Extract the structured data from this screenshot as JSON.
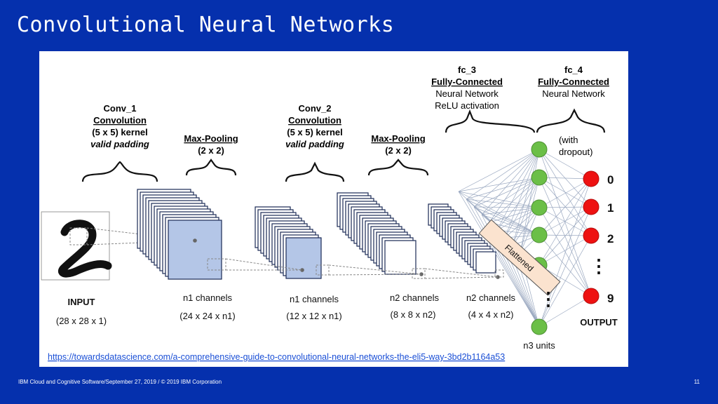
{
  "slide": {
    "title": "Convolutional Neural Networks",
    "footer": "IBM Cloud and Cognitive Software/September 27, 2019 / © 2019 IBM Corporation",
    "page_number": "11"
  },
  "diagram": {
    "stages": {
      "conv1": [
        "Conv_1",
        "Convolution",
        "(5 x 5) kernel",
        "valid padding"
      ],
      "pool1": [
        "Max-Pooling",
        "(2 x 2)"
      ],
      "conv2": [
        "Conv_2",
        "Convolution",
        "(5 x 5) kernel",
        "valid padding"
      ],
      "pool2": [
        "Max-Pooling",
        "(2 x 2)"
      ],
      "fc3": [
        "fc_3",
        "Fully-Connected",
        "Neural Network",
        "ReLU activation"
      ],
      "fc4": [
        "fc_4",
        "Fully-Connected",
        "Neural Network"
      ]
    },
    "dropout": [
      "(with",
      "dropout)"
    ],
    "flattened": "Flattened",
    "input": {
      "title": "INPUT",
      "dims": "(28 x 28 x 1)",
      "digit": "2"
    },
    "layers": [
      {
        "channels": "n1 channels",
        "dims": "(24 x 24 x n1)"
      },
      {
        "channels": "n1 channels",
        "dims": "(12 x 12 x n1)"
      },
      {
        "channels": "n2 channels",
        "dims": "(8 x 8 x n2)"
      },
      {
        "channels": "n2 channels",
        "dims": "(4 x 4 x n2)"
      }
    ],
    "hidden_units": "n3 units",
    "outputs": [
      "0",
      "1",
      "2",
      "9"
    ],
    "output_label": "OUTPUT",
    "ellipsis": "⋮",
    "source_url": "https://towardsdatascience.com/a-comprehensive-guide-to-convolutional-neural-networks-the-eli5-way-3bd2b1164a53",
    "colors": {
      "background": "#0530ad",
      "feature_map_fill": "#b4c6e7",
      "hidden_node": "#6bbf47",
      "output_node": "#ee1111",
      "flattened_fill": "#fbe3cf"
    }
  }
}
